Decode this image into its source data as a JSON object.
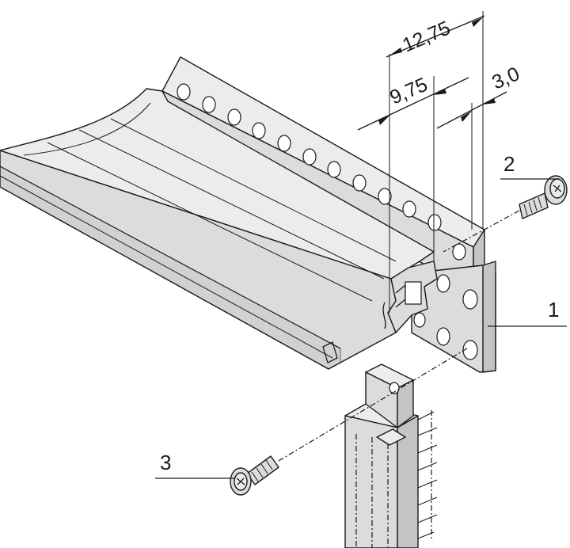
{
  "diagram": {
    "callouts": {
      "part_1": "1",
      "part_2": "2",
      "part_3": "3"
    },
    "dimensions": {
      "overall": "12,75",
      "middle": "9,75",
      "small": "3,0"
    }
  }
}
